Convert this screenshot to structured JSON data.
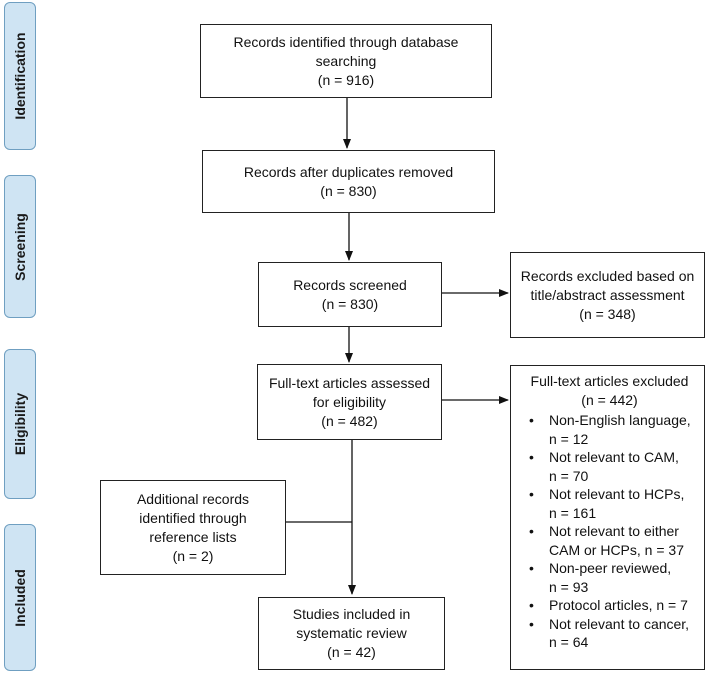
{
  "phases": {
    "identification": "Identification",
    "screening": "Screening",
    "eligibility": "Eligibility",
    "included": "Included"
  },
  "boxes": {
    "identified": {
      "line1": "Records identified through database",
      "line2": "searching",
      "line3": "(n = 916)"
    },
    "deduplicated": {
      "line1": "Records after duplicates removed",
      "line2": "(n = 830)"
    },
    "screened": {
      "line1": "Records screened",
      "line2": "(n = 830)"
    },
    "excluded_title": {
      "line1": "Records excluded based on",
      "line2": "title/abstract assessment",
      "line3": "(n = 348)"
    },
    "fulltext": {
      "line1": "Full-text articles assessed",
      "line2": "for eligibility",
      "line3": "(n = 482)"
    },
    "additional": {
      "line1": "Additional records",
      "line2": "identified through",
      "line3": "reference lists",
      "line4": "(n = 2)"
    },
    "included": {
      "line1": "Studies included in",
      "line2": "systematic review",
      "line3": "(n = 42)"
    }
  },
  "fulltext_excluded": {
    "title": "Full-text articles excluded",
    "count": "(n = 442)",
    "reasons": [
      {
        "line1": "Non-English language,",
        "line2": "n = 12"
      },
      {
        "line1": "Not relevant to CAM,",
        "line2": "n = 70"
      },
      {
        "line1": "Not relevant to HCPs,",
        "line2": "n = 161"
      },
      {
        "line1": "Not relevant to either",
        "line2": "CAM or HCPs, n = 37"
      },
      {
        "line1": "Non-peer reviewed,",
        "line2": "n = 93"
      },
      {
        "line1": "Protocol articles, n = 7",
        "line2": ""
      },
      {
        "line1": "Not relevant to cancer,",
        "line2": "n = 64"
      }
    ]
  }
}
